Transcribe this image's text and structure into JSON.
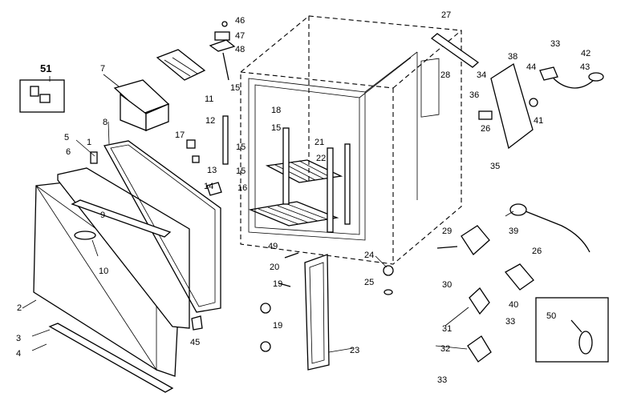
{
  "labels": {
    "l1": "1",
    "l2": "2",
    "l3": "3",
    "l4": "4",
    "l5": "5",
    "l6": "6",
    "l7": "7",
    "l8": "8",
    "l9": "9",
    "l10": "10",
    "l11": "11",
    "l12": "12",
    "l13": "13",
    "l14": "14",
    "l15a": "15",
    "l15b": "15",
    "l15c": "15",
    "l15d": "15",
    "l16": "16",
    "l17": "17",
    "l18": "18",
    "l19a": "19",
    "l19b": "19",
    "l20": "20",
    "l21": "21",
    "l22": "22",
    "l23": "23",
    "l24": "24",
    "l25": "25",
    "l26a": "26",
    "l26b": "26",
    "l27": "27",
    "l28": "28",
    "l29": "29",
    "l30": "30",
    "l31": "31",
    "l32": "32",
    "l33a": "33",
    "l33b": "33",
    "l33c": "33",
    "l34": "34",
    "l35": "35",
    "l36": "36",
    "l38": "38",
    "l39": "39",
    "l40": "40",
    "l41": "41",
    "l42": "42",
    "l43": "43",
    "l44": "44",
    "l45": "45",
    "l46": "46",
    "l47": "47",
    "l48": "48",
    "l49": "49",
    "l50": "50",
    "l51": "51"
  }
}
